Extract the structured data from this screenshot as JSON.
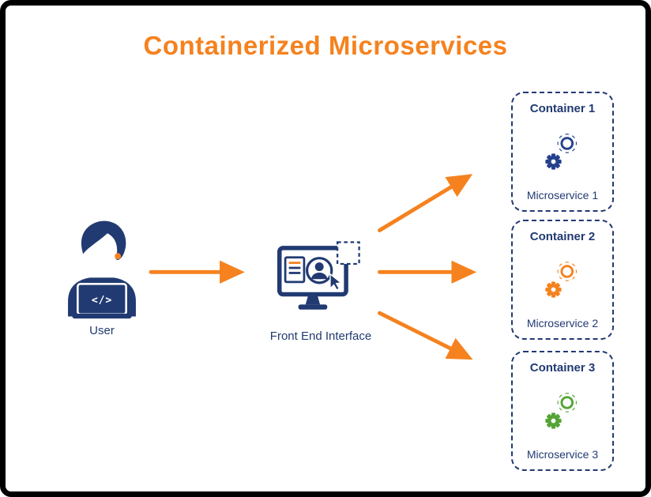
{
  "title": "Containerized Microservices",
  "colors": {
    "orange": "#F5821F",
    "navy": "#213A72",
    "green": "#55A436",
    "frame": "#000000",
    "background": "#FFFFFF"
  },
  "user": {
    "label": "User",
    "laptop_code": "</>"
  },
  "frontend": {
    "label": "Front End Interface"
  },
  "containers": [
    {
      "title": "Container 1",
      "service": "Microservice 1",
      "gear_color": "#24418C"
    },
    {
      "title": "Container 2",
      "service": "Microservice 2",
      "gear_color": "#F5821F"
    },
    {
      "title": "Container 3",
      "service": "Microservice 3",
      "gear_color": "#55A436"
    }
  ]
}
